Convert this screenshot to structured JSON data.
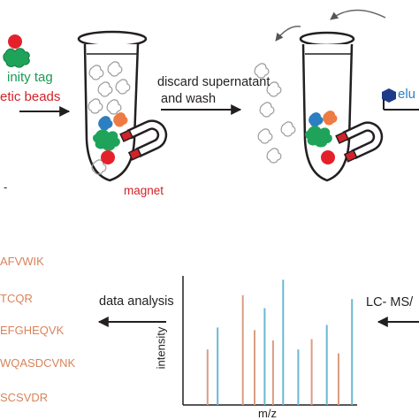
{
  "labels": {
    "affinity_tag": "inity tag",
    "magnetic_beads": "etic beads",
    "magnet": "magnet",
    "step_discard_line1": "discard supernatant",
    "step_discard_line2": "and wash",
    "elution": "elu",
    "data_analysis": "data analysis",
    "lcms": "LC- MS/",
    "left_marker": "-"
  },
  "peptides": [
    "AFVWIK",
    "TCQR",
    "EFGHEQVK",
    "WQASDCVNK",
    "SCSVDR"
  ],
  "colors": {
    "bead": "#e4212b",
    "tag": "#1fa35a",
    "protein_blue": "#2c7fc0",
    "protein_orange": "#ee7b42",
    "gray_protein": "#9a9a9a",
    "magnet_red": "#d2232a",
    "peptide_text": "#d9835b",
    "spectrum_blue": "#6ab8d2",
    "spectrum_orange": "#d99e82",
    "eluent": "#1f3a8a"
  },
  "chart_data": {
    "type": "bar",
    "title": "",
    "xlabel": "m/z",
    "ylabel": "intensity",
    "axis_ticks": false,
    "series": [
      {
        "color": "#6ab8d2",
        "x": [
          0.18,
          0.46,
          0.57,
          0.66,
          0.83,
          0.98
        ],
        "values": [
          0.6,
          0.75,
          0.97,
          0.43,
          0.62,
          0.82
        ]
      },
      {
        "color": "#d99e82",
        "x": [
          0.12,
          0.33,
          0.4,
          0.51,
          0.74,
          0.9
        ],
        "values": [
          0.43,
          0.85,
          0.58,
          0.5,
          0.51,
          0.4
        ]
      }
    ]
  }
}
